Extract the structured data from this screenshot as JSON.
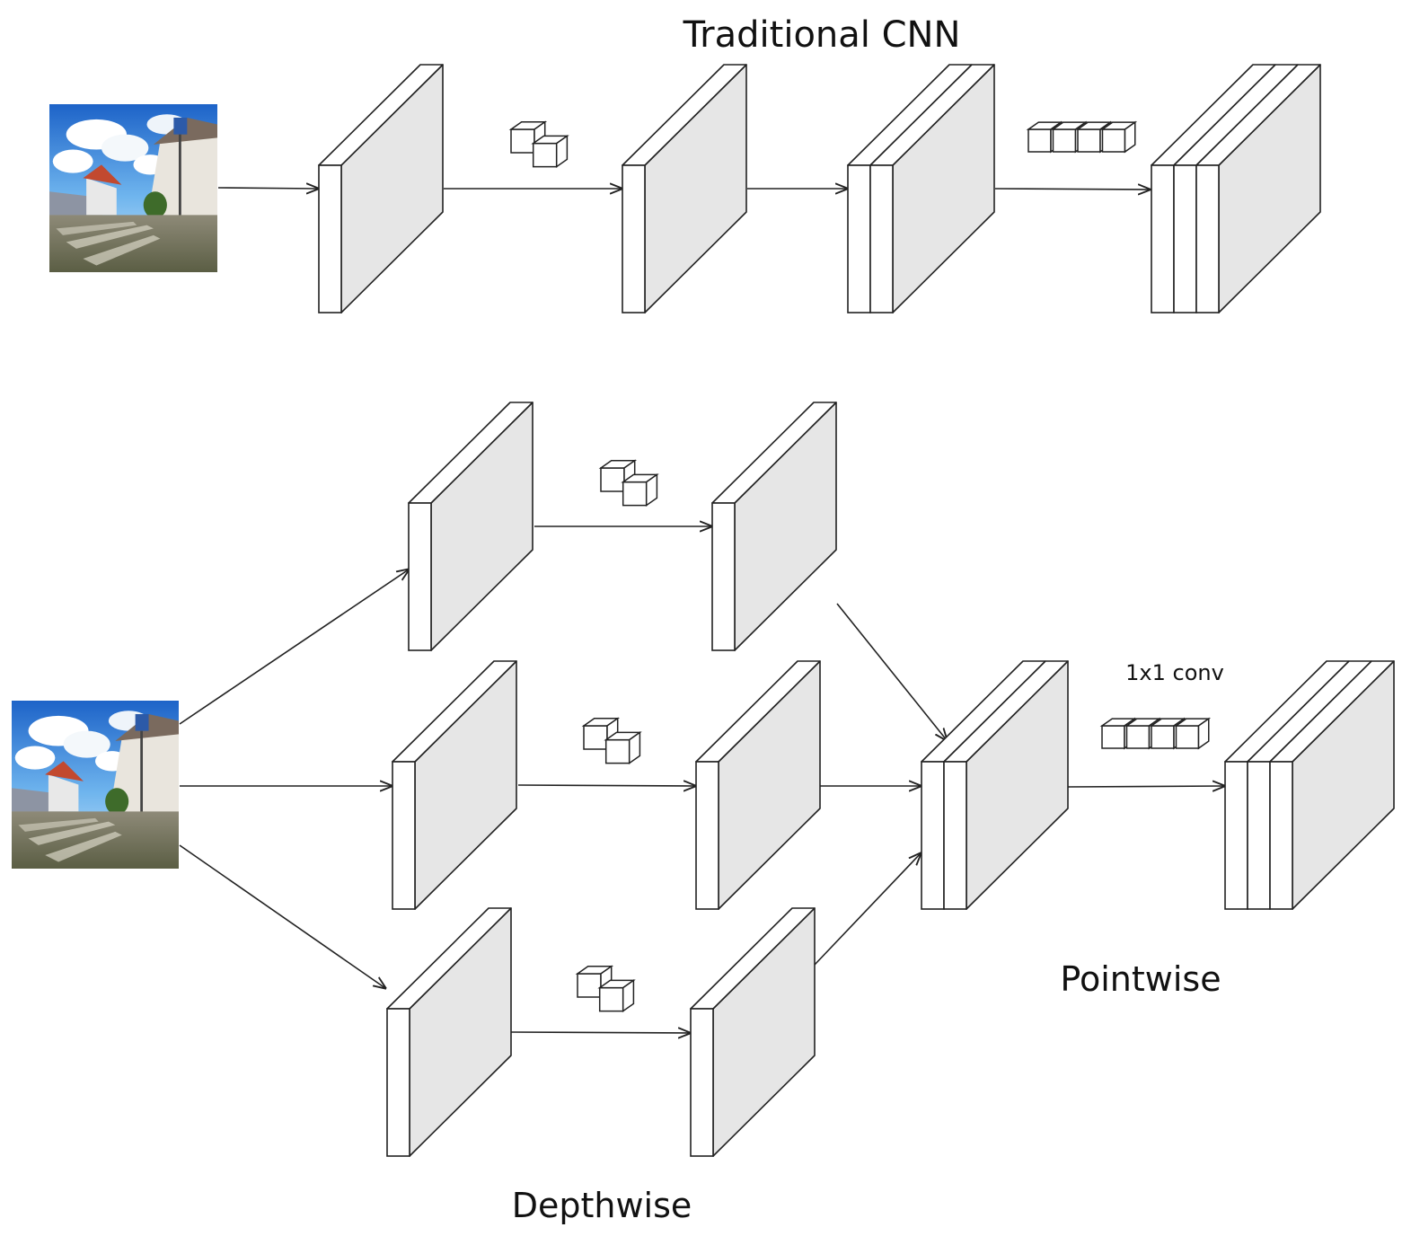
{
  "labels": {
    "title_top": "Traditional CNN",
    "depthwise": "Depthwise",
    "pointwise": "Pointwise",
    "conv1x1": "1x1 conv"
  },
  "images": {
    "input_top": "street-scene-image",
    "input_bottom": "street-scene-image"
  },
  "colors": {
    "front_face": "#e6e6e6",
    "side_face": "#ffffff",
    "stroke": "#222222"
  }
}
